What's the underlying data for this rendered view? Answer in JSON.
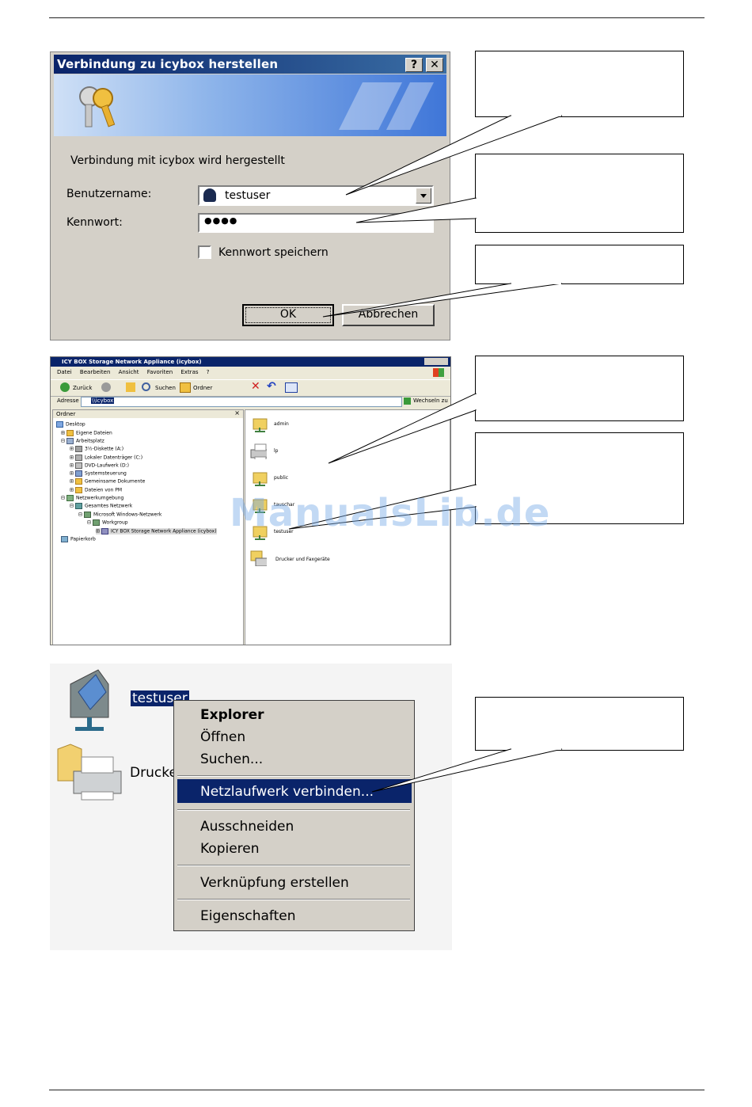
{
  "dialog": {
    "title": "Verbindung zu icybox herstellen",
    "help_button": "?",
    "close_button": "✕",
    "message": "Verbindung mit icybox wird hergestellt",
    "username_label": "Benutzername:",
    "username_value": "testuser",
    "password_label": "Kennwort:",
    "password_value": "●●●●",
    "remember_label": "Kennwort speichern",
    "ok_label": "OK",
    "cancel_label": "Abbrechen"
  },
  "explorer": {
    "title": "ICY BOX Storage Network Appliance (icybox)",
    "menu": [
      "Datei",
      "Bearbeiten",
      "Ansicht",
      "Favoriten",
      "Extras",
      "?"
    ],
    "toolbar": {
      "back": "Zurück",
      "search": "Suchen",
      "folders": "Ordner"
    },
    "address_label": "Adresse",
    "address_value": "\\\\icybox",
    "go_label": "Wechseln zu",
    "folder_pane_title": "Ordner",
    "tree": [
      "Desktop",
      "Eigene Dateien",
      "Arbeitsplatz",
      "3½-Diskette (A:)",
      "Lokaler Datenträger (C:)",
      "DVD-Laufwerk (D:)",
      "Systemsteuerung",
      "Gemeinsame Dokumente",
      "Dateien von PM",
      "Netzwerkumgebung",
      "Gesamtes Netzwerk",
      "Microsoft Windows-Netzwerk",
      "Workgroup",
      "ICY BOX Storage Network Appliance (icybox)",
      "Papierkorb"
    ],
    "shares": [
      "admin",
      "lp",
      "public",
      "tauschar",
      "testuser",
      "Drucker und Faxgeräte"
    ]
  },
  "context": {
    "selected_label": "testuser",
    "printer_label": "Drucke",
    "items": [
      "Explorer",
      "Öffnen",
      "Suchen...",
      "Netzlaufwerk verbinden...",
      "Ausschneiden",
      "Kopieren",
      "Verknüpfung erstellen",
      "Eigenschaften"
    ]
  },
  "watermark": "ManualsLib.de",
  "colors": {
    "titlebar": "#0a246a",
    "window_face": "#d4d0c8",
    "highlight": "#0a246a"
  }
}
